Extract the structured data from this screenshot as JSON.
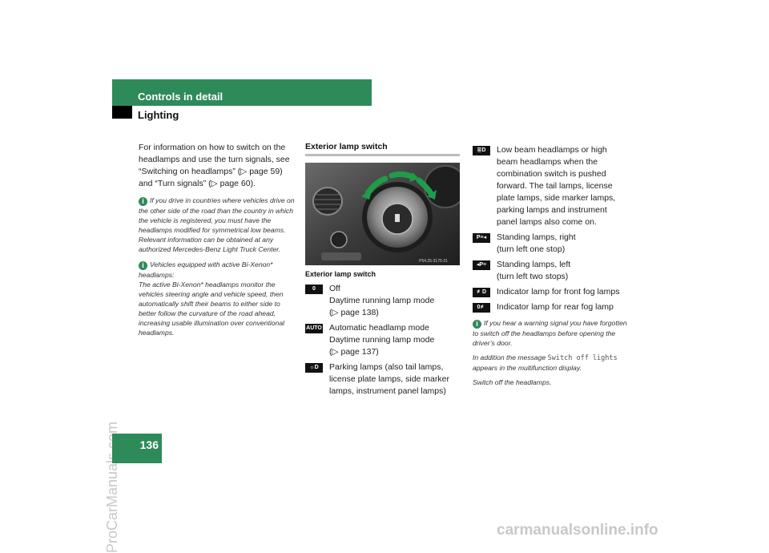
{
  "header": {
    "section": "Controls in detail",
    "subsection": "Lighting"
  },
  "page_number": "136",
  "watermarks": {
    "left": "ProCarManuals.com",
    "bottom": "carmanualsonline.info"
  },
  "col1": {
    "intro": "For information on how to switch on the headlamps and use the turn signals, see “Switching on headlamps” (▷ page 59) and “Turn signals” (▷ page 60).",
    "note1": "If you drive in countries where vehicles drive on the other side of the road than the country in which the vehicle is registered, you must have the headlamps modified for symmetrical low beams. Relevant information can be obtained at any authorized Mercedes-Benz Light Truck Center.",
    "note2_title": "Vehicles equipped with active Bi-Xenon* headlamps:",
    "note2_body": "The active Bi-Xenon* headlamps monitor the vehicles steering angle and vehicle speed, then automatically shift their beams to either side to better follow the curvature of the road ahead, increasing usable illumination over conventional headlamps."
  },
  "col2": {
    "heading": "Exterior lamp switch",
    "photo_code": "P54.25-3175-31",
    "caption": "Exterior lamp switch",
    "items": [
      {
        "symbol": "0",
        "text": "Off\nDaytime running lamp mode\n(▷ page 138)"
      },
      {
        "symbol": "AUTO",
        "text": "Automatic headlamp mode\nDaytime running lamp mode\n(▷ page 137)"
      },
      {
        "symbol": "☼D",
        "text": "Parking lamps (also tail lamps, license plate lamps, side marker lamps, instrument panel lamps)"
      }
    ]
  },
  "col3": {
    "items": [
      {
        "symbol": "≣D",
        "text": "Low beam headlamps or high beam headlamps when the combination switch is pushed forward. The tail lamps, license plate lamps, side marker lamps, parking lamps and instrument panel lamps also come on."
      },
      {
        "symbol": "P≡◂",
        "text": "Standing lamps, right\n(turn left one stop)"
      },
      {
        "symbol": "◂P≡",
        "text": "Standing lamps, left\n(turn left two stops)"
      },
      {
        "symbol": "≢D",
        "text": "Indicator lamp for front fog lamps"
      },
      {
        "symbol": "0≢",
        "text": "Indicator lamp for rear fog lamp"
      }
    ],
    "note_line1": "If you hear a warning signal you have forgotten to switch off the headlamps before opening the driver’s door.",
    "note_prefix": "In addition the message",
    "note_message": "Switch off lights",
    "note_suffix": "appears in the multifunction display.",
    "note_line3": "Switch off the headlamps."
  }
}
